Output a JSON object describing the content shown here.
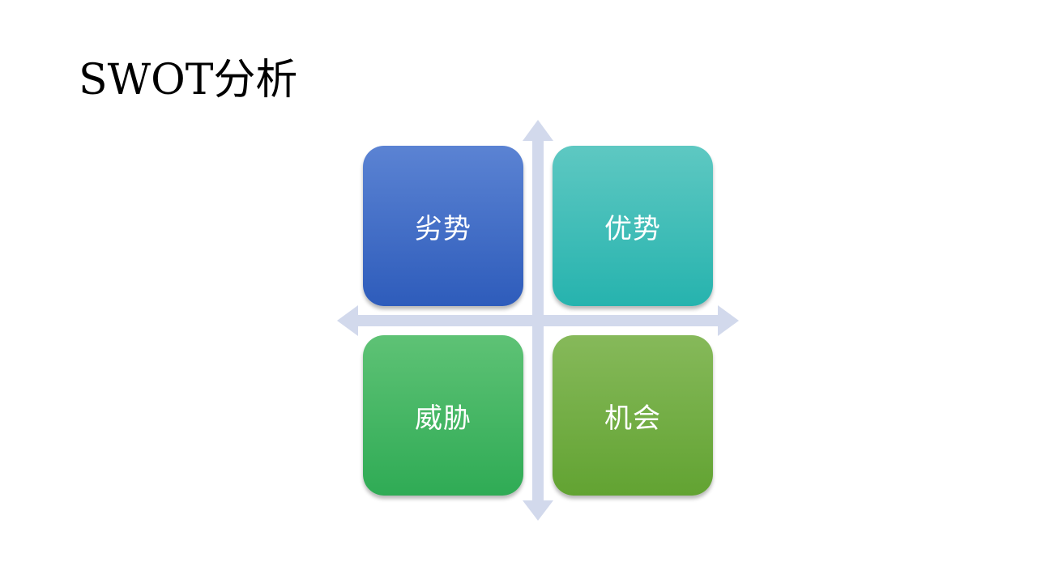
{
  "title": "SWOT分析",
  "quadrants": [
    {
      "id": "weaknesses",
      "label": "劣势",
      "color_top": "#5b83d3",
      "color_bottom": "#2e5cbb"
    },
    {
      "id": "strengths",
      "label": "优势",
      "color_top": "#5ec8c2",
      "color_bottom": "#26b3ae"
    },
    {
      "id": "threats",
      "label": "威胁",
      "color_top": "#5ec275",
      "color_bottom": "#2fab55"
    },
    {
      "id": "opportunities",
      "label": "机会",
      "color_top": "#86b95a",
      "color_bottom": "#62a332"
    }
  ],
  "axis_color": "#d2d9ec"
}
